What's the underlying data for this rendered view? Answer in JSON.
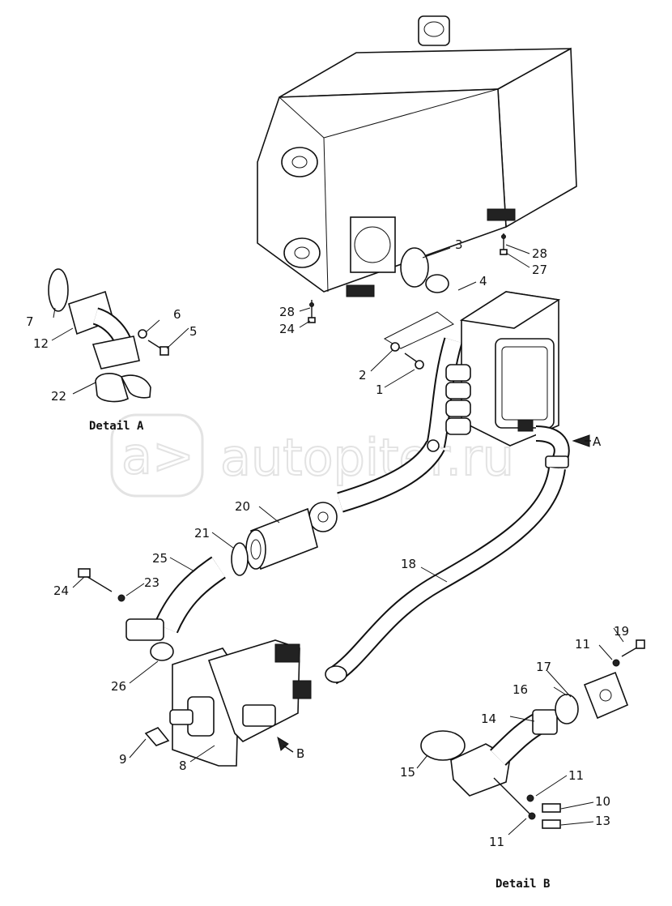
{
  "watermark": {
    "brand": "autopiter.ru",
    "logo_glyph": "a>"
  },
  "details": {
    "detail_a": "Detail A",
    "detail_b": "Detail B"
  },
  "arrow_labels": {
    "a": "A",
    "b": "B"
  },
  "callouts": {
    "n1": "1",
    "n2": "2",
    "n3": "3",
    "n4": "4",
    "n5": "5",
    "n6": "6",
    "n7": "7",
    "n8": "8",
    "n9": "9",
    "n10": "10",
    "n11a": "11",
    "n11b": "11",
    "n11c": "11",
    "n12": "12",
    "n13": "13",
    "n14": "14",
    "n15": "15",
    "n16": "16",
    "n17": "17",
    "n18": "18",
    "n19": "19",
    "n20": "20",
    "n21": "21",
    "n22": "22",
    "n23": "23",
    "n24a": "24",
    "n24b": "24",
    "n25": "25",
    "n26": "26",
    "n27": "27",
    "n28a": "28",
    "n28b": "28"
  },
  "colors": {
    "ink": "#111111",
    "background": "#ffffff",
    "watermark": "#e3e3e3"
  }
}
